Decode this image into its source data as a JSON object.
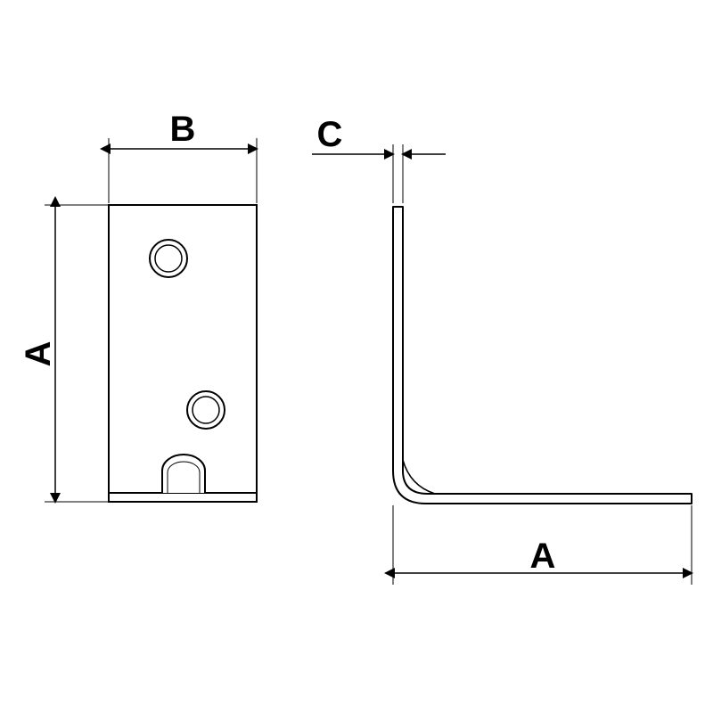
{
  "diagram": {
    "labels": {
      "width_front": "B",
      "height_front": "A",
      "thickness_side": "C",
      "length_side": "A"
    },
    "colors": {
      "stroke": "#000000",
      "background": "#ffffff"
    }
  }
}
